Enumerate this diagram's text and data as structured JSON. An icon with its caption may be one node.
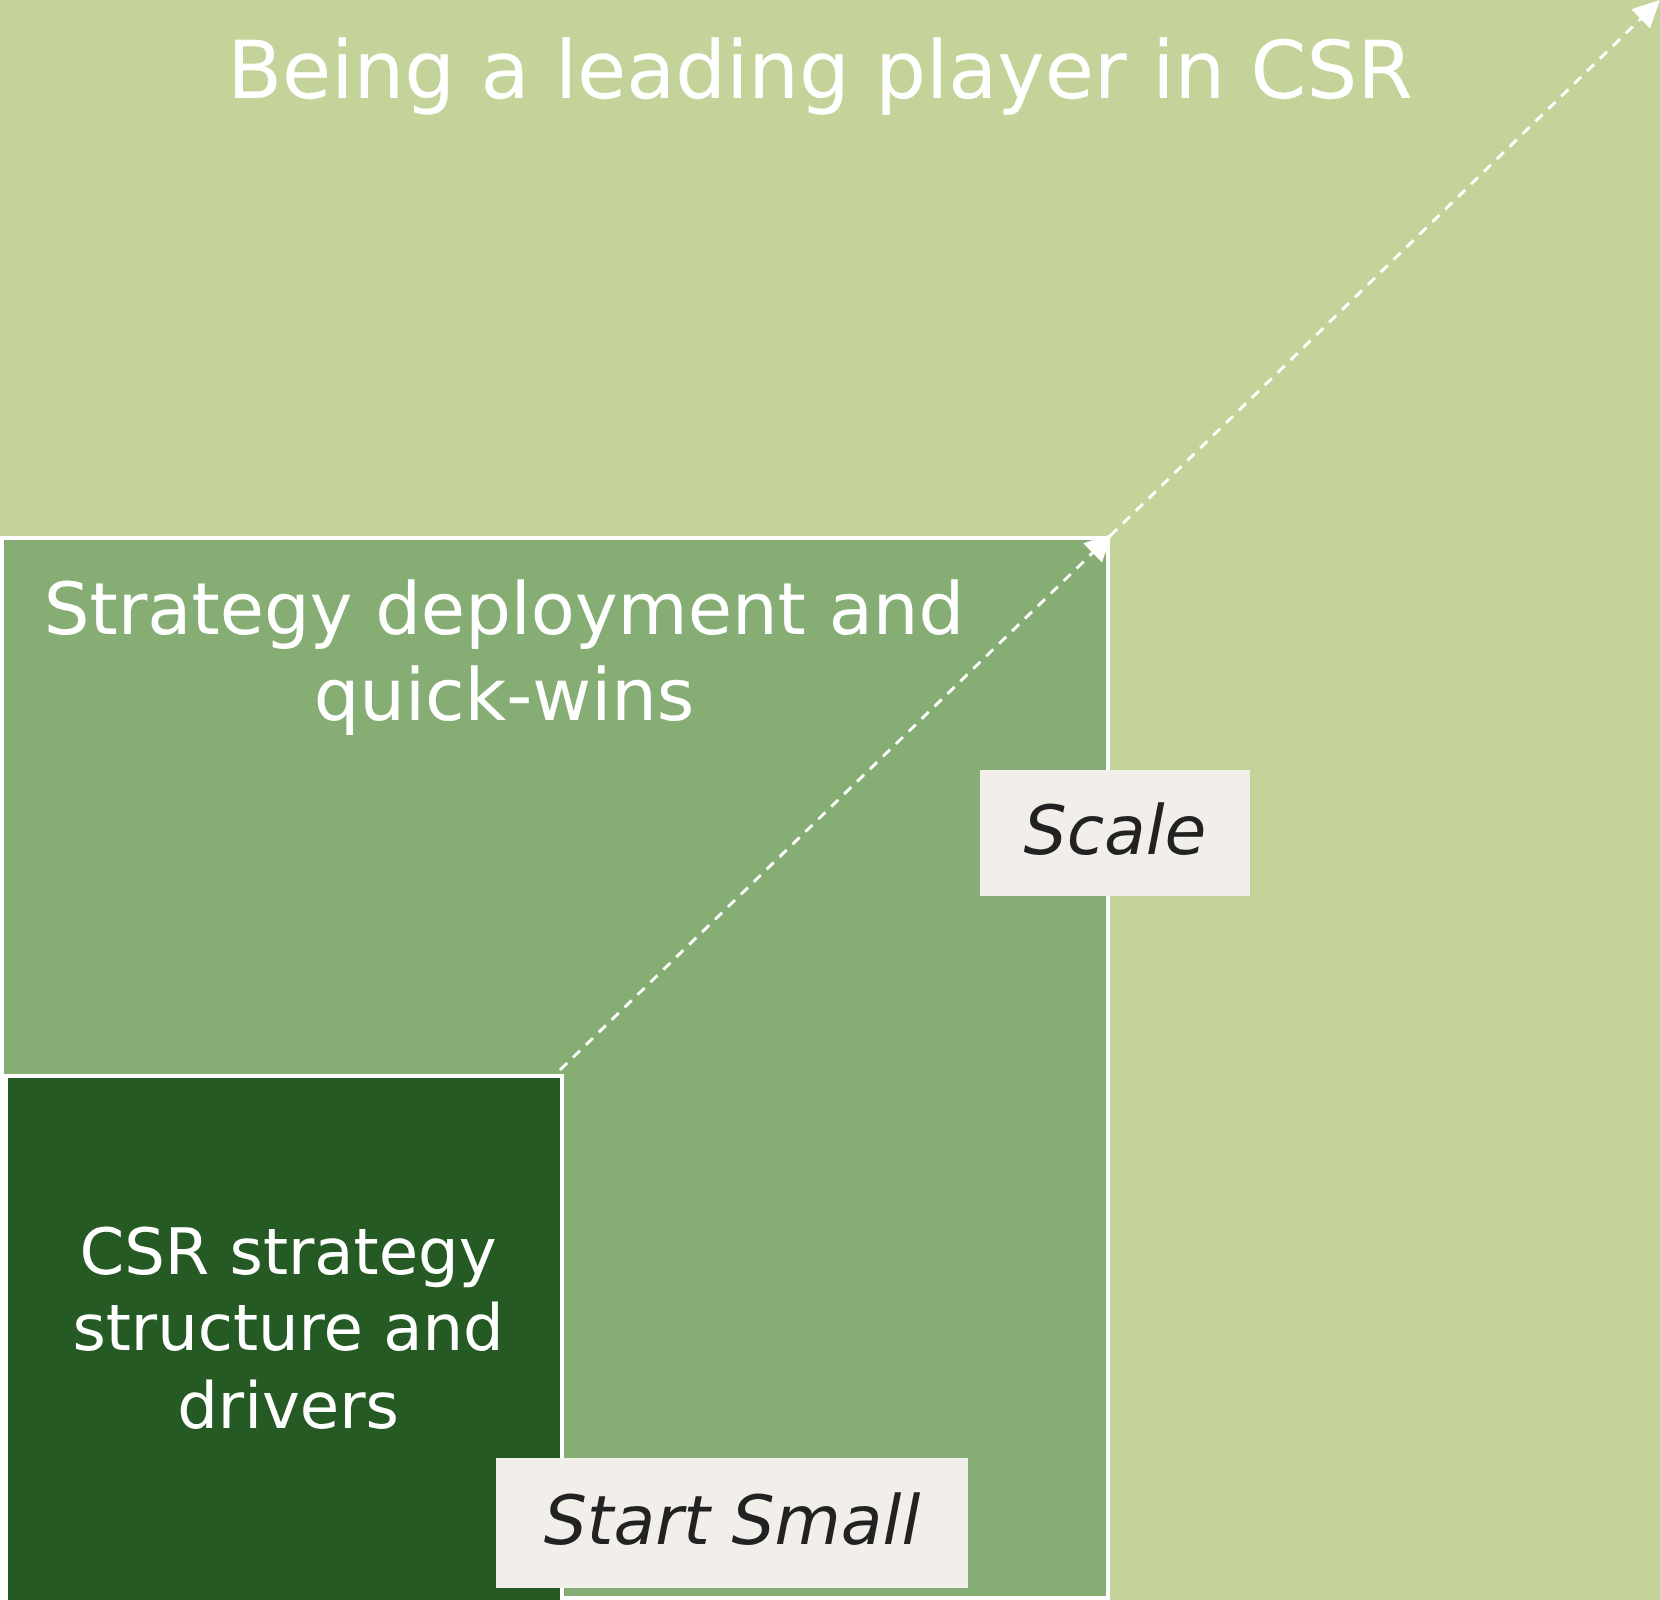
{
  "diagram": {
    "nodes": [
      {
        "text": [
          "Being a leading player in CSR"
        ]
      },
      {
        "text": [
          "Strategy deployment and quick-wins"
        ],
        "in": 0
      },
      {
        "text": [
          "CSR strategy structure and drivers"
        ],
        "in": 1
      },
      {
        "text": [
          "Scale"
        ],
        "in": 0
      },
      {
        "text": [
          "Start Small"
        ],
        "in": 1
      }
    ],
    "edges": [
      {
        "from": 2,
        "to": 1,
        "arrow": "to",
        "style": "dashed"
      },
      {
        "from": 1,
        "to": 0,
        "arrow": "to",
        "style": "dashed"
      }
    ]
  }
}
